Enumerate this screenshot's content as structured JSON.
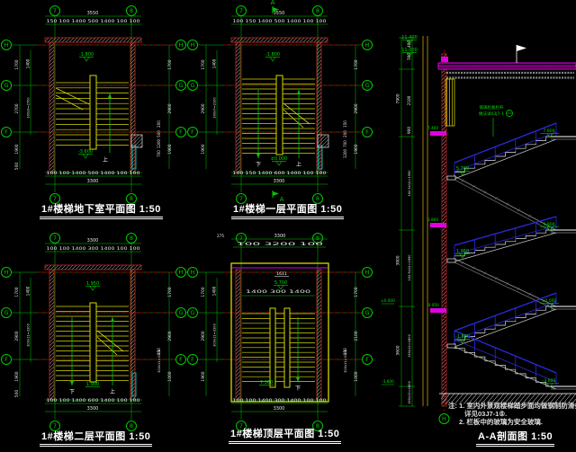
{
  "colors": {
    "bg": "#000000",
    "axis_green": "#00c800",
    "dim_white": "#e8e8e8",
    "wall_red": "#cc2222",
    "axis_red": "#8a0000",
    "stair_yellow": "#d8d800",
    "level_green": "#00dc00",
    "railing_blue": "#2a2ae0",
    "roof_magenta": "#e000e0",
    "fixture_cyan": "#00cccc",
    "wall_olive": "#a08000",
    "flight_gray": "#999999",
    "text_white": "#ffffff"
  },
  "plans": [
    {
      "id": "basement-plan",
      "title": "1#楼梯地下室平面图 1:50",
      "grid_top": [
        "7",
        "8"
      ],
      "grid_bottom": [
        "7",
        "8"
      ],
      "grid_left": [
        "H",
        "G",
        "F"
      ],
      "grid_right": [
        "H",
        "G",
        "F"
      ],
      "dim_top_total": "3550",
      "dim_top_run": "150 100 1400 500 1400 100 100",
      "dim_bottom_run": "100 100 1400 500 1400 100 100",
      "dim_bottom_total": "3300",
      "dim_left_outer": [
        "1700",
        "2700",
        "1900",
        "500"
      ],
      "dim_left_inner": [
        "1400",
        "300x9=2700"
      ],
      "dim_right_outer": [
        "1700",
        "2900",
        "1900"
      ],
      "dim_right_inner": [
        "200",
        "500",
        "1200",
        "700"
      ],
      "level_upper": "-1.800",
      "level_lower": "-3.600",
      "dir_up": "上"
    },
    {
      "id": "first-floor-plan",
      "title": "1#楼梯一层平面图 1:50",
      "section_marker": "A",
      "grid_top": [
        "7",
        "8"
      ],
      "grid_bottom": [
        "7",
        "8"
      ],
      "grid_left": [
        "H",
        "G",
        "F"
      ],
      "grid_right": [
        "H",
        "G",
        "F"
      ],
      "dim_top_total": "3550",
      "dim_top_run": "100 150 1400 500 1400 100 100",
      "dim_bottom_run": "100 150 1400 600 1400 100 100",
      "dim_bottom_total": "3300",
      "dim_left_outer": [
        "1700",
        "2900",
        "1900"
      ],
      "dim_left_inner": [
        "1400",
        "300x7=2100"
      ],
      "dim_right_outer": [
        "1700",
        "2900",
        "1900"
      ],
      "dim_right_inner": [
        "150",
        "200",
        "700",
        "1200"
      ],
      "level_upper": "-1.800",
      "level_lower": "±0.000",
      "dir_down": "下",
      "dir_up": "上"
    },
    {
      "id": "second-floor-plan",
      "title": "1#楼梯二层平面图 1:50",
      "grid_top": [
        "7",
        "8"
      ],
      "grid_bottom": [
        "7",
        "8"
      ],
      "grid_left": [
        "H",
        "G",
        "F"
      ],
      "grid_right": [
        "H",
        "G",
        "F"
      ],
      "dim_top_total": "3300",
      "dim_top_run": "100 100 1400 300 1400 100 100",
      "dim_bottom_run": "100 100 1400 600 1400 100 100",
      "dim_bottom_total": "3300",
      "dim_left_outer": [
        "1700",
        "2900",
        "1900",
        "500"
      ],
      "dim_left_inner": [
        "1400",
        "300x11=3300"
      ],
      "dim_right_outer": [
        "1700",
        "2900",
        "1000"
      ],
      "dim_right_inner": [
        "150",
        "300x11=3300"
      ],
      "level_upper": "1.950",
      "level_lower": "1.900",
      "dir_down": "下",
      "dir_up": "上"
    },
    {
      "id": "top-floor-plan",
      "title": "1#楼梯顶层平面图 1:50",
      "grid_top": [
        "7",
        "8"
      ],
      "grid_bottom": [
        "7",
        "8"
      ],
      "grid_left": [
        "H",
        "G",
        "F"
      ],
      "grid_right": [
        "H",
        "G",
        "F"
      ],
      "dim_top_pre": "275",
      "dim_top_total": "3300",
      "dim_top_run": "100 3200 100",
      "dim_mid_run": "1400 300 1400",
      "door_tag": "1611",
      "dim_bottom_run": "100 100 1400 300 1400 100 100",
      "dim_bottom_total": "3300",
      "dim_left_outer": [
        "1700",
        "2900",
        "1900"
      ],
      "dim_left_inner": [
        "1400",
        "300x11=3300"
      ],
      "dim_right_outer": [
        "1700",
        "2100",
        "1000"
      ],
      "dim_right_inner": [
        "150",
        "300x11=3300"
      ],
      "level_upper": "5.700",
      "level_lower": "7.300",
      "dir_down": "下"
    }
  ],
  "section": {
    "id": "section-a-a",
    "title": "A-A剖面图 1:50",
    "levels_top": [
      "11.400",
      "11.000"
    ],
    "levels_wall": [
      "7.400",
      "3.800",
      "-0.050"
    ],
    "levels_landing": [
      "5.700",
      "1.950",
      "-1.800"
    ],
    "levels_floor": [
      "7.900",
      "3.900",
      "±0.000",
      "-3.600"
    ],
    "levels_chain": [
      "±0.000",
      "-3.600"
    ],
    "dims_inner": [
      "400",
      "500",
      "2100",
      "900",
      "162.5x12=1950",
      "152.5x12=1850",
      "150x12=1800",
      "150x12=1800"
    ],
    "dims_outer": [
      "7900",
      "3900",
      "3600"
    ],
    "callout_line1": "玻璃栏板栏杆",
    "callout_line2": "做法详03J7-1",
    "grid_bottom": "H"
  },
  "notes": {
    "line1": "注: 1. 室内外景观楼梯踏步面均做钢制防滑条,",
    "line2": "详见03J7-1⑤.",
    "line3": "2. 栏板中的玻璃为安全玻璃."
  }
}
